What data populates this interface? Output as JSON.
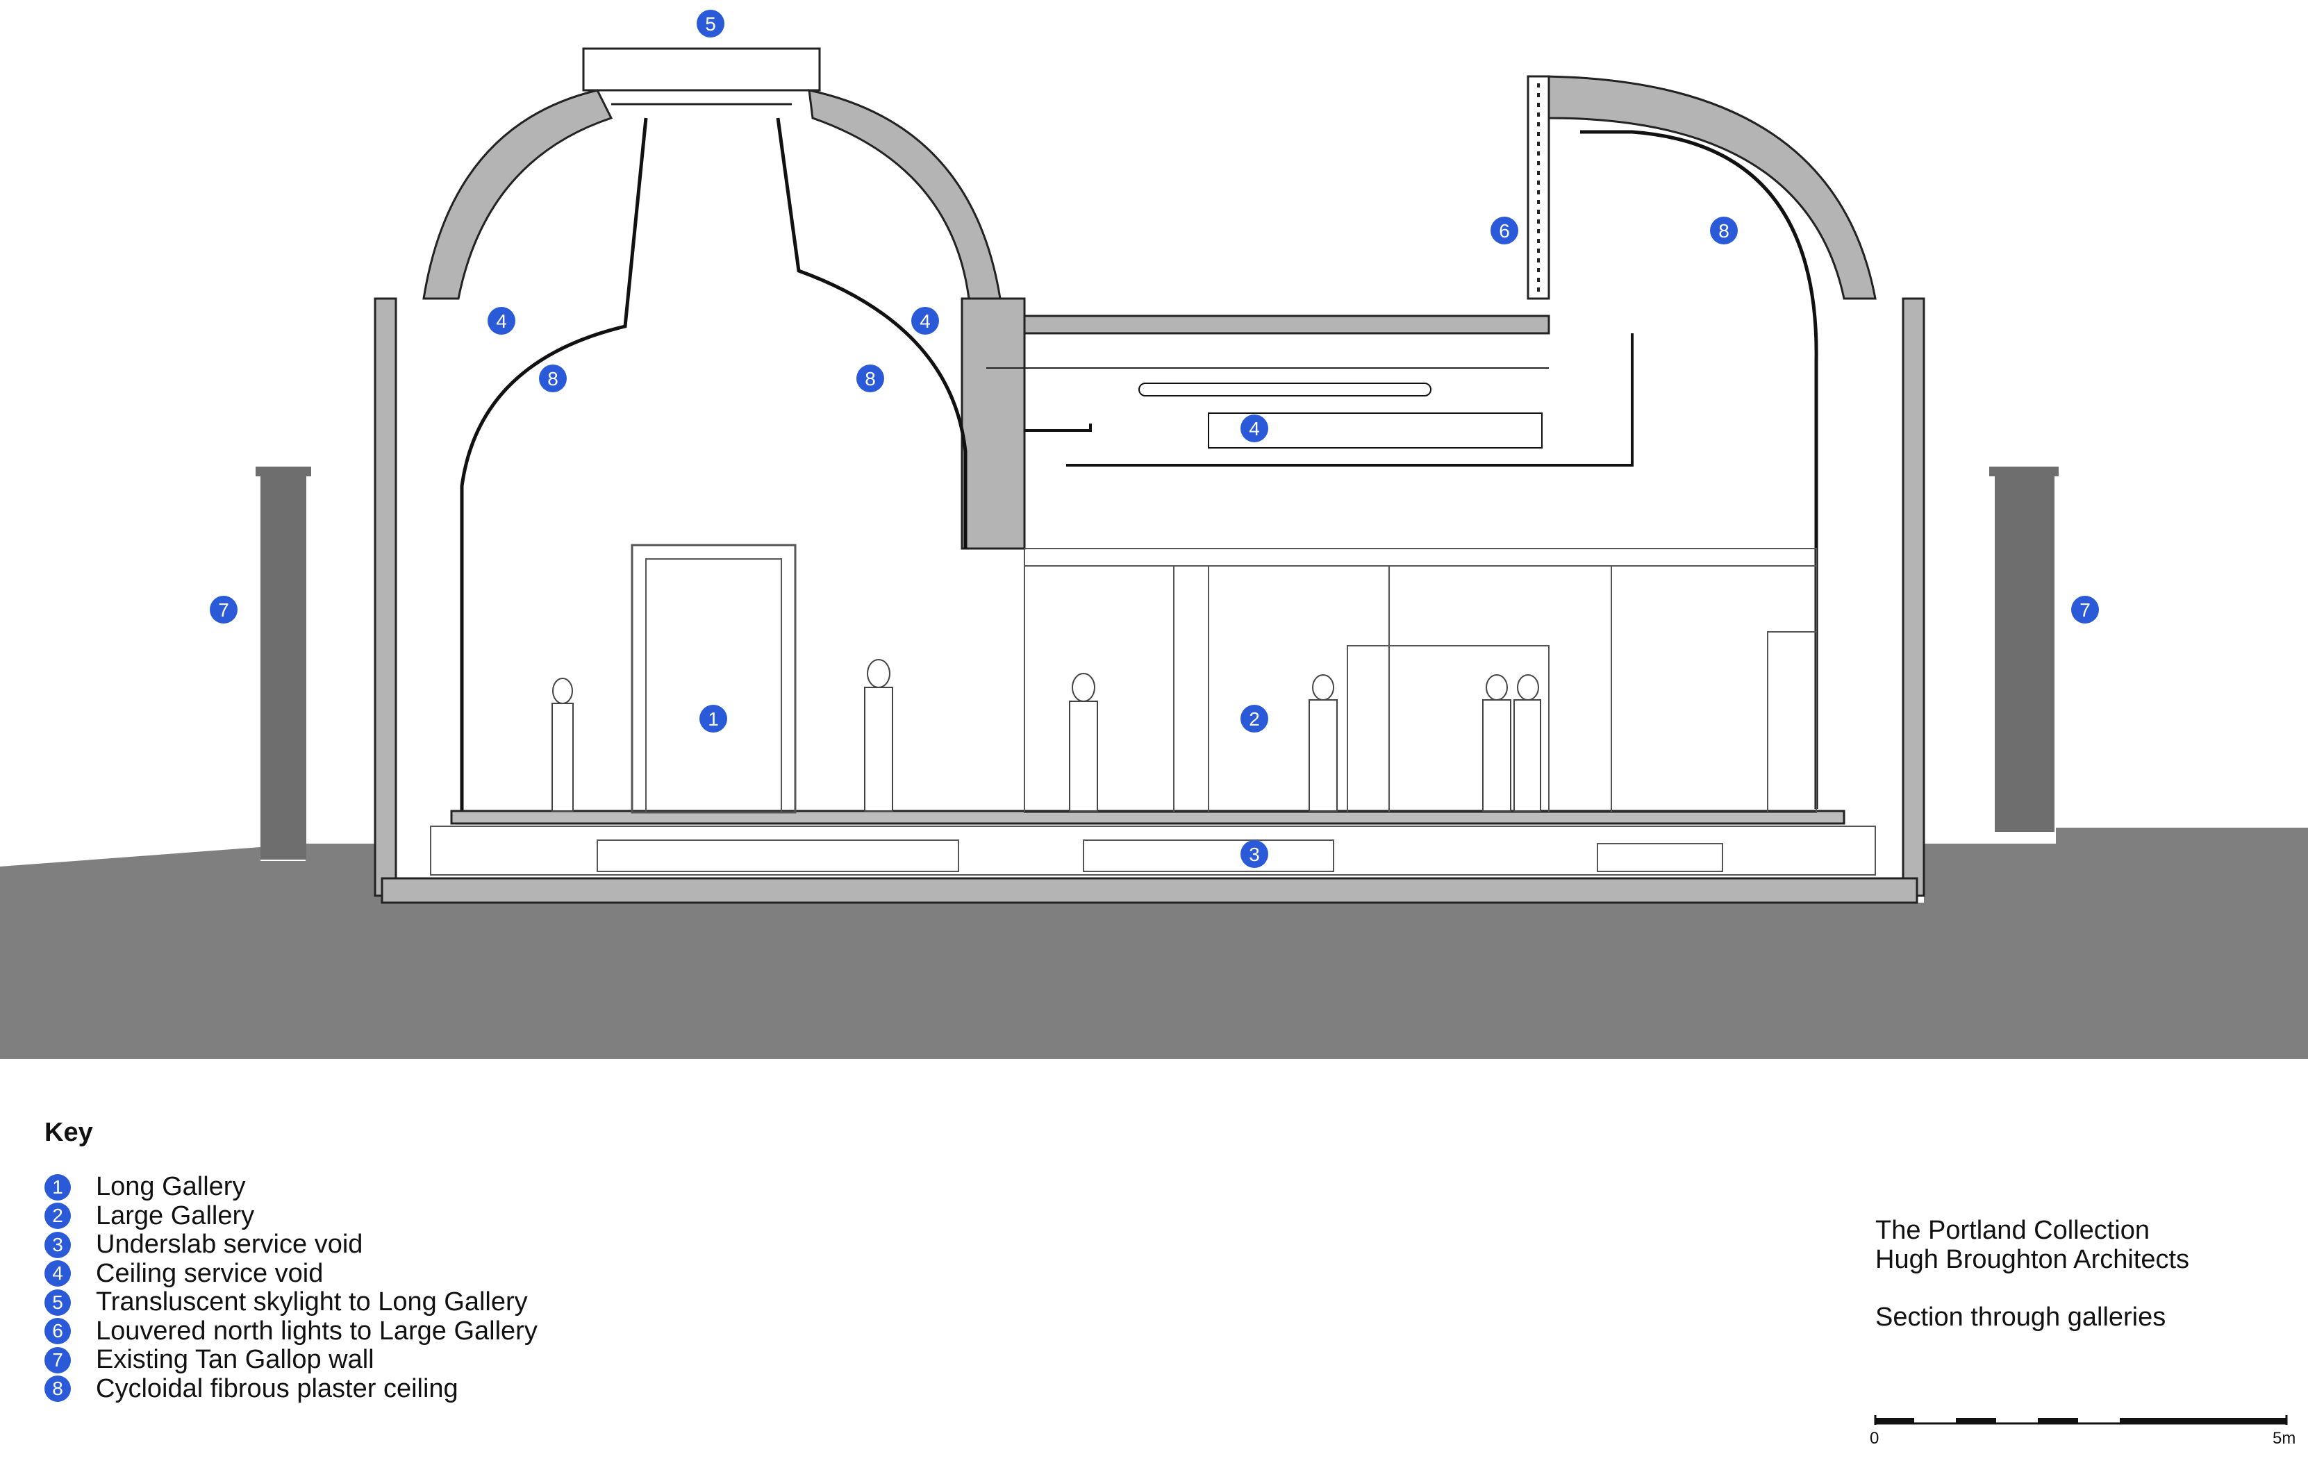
{
  "drawing": {
    "markers": [
      {
        "id": "m1",
        "n": "1"
      },
      {
        "id": "m2",
        "n": "2"
      },
      {
        "id": "m3",
        "n": "3"
      },
      {
        "id": "m4a",
        "n": "4"
      },
      {
        "id": "m4b",
        "n": "4"
      },
      {
        "id": "m4c",
        "n": "4"
      },
      {
        "id": "m5",
        "n": "5"
      },
      {
        "id": "m6",
        "n": "6"
      },
      {
        "id": "m7a",
        "n": "7"
      },
      {
        "id": "m7b",
        "n": "7"
      },
      {
        "id": "m8a",
        "n": "8"
      },
      {
        "id": "m8b",
        "n": "8"
      },
      {
        "id": "m8c",
        "n": "8"
      }
    ]
  },
  "key": {
    "title": "Key",
    "items": [
      {
        "n": "1",
        "label": "Long Gallery"
      },
      {
        "n": "2",
        "label": "Large Gallery"
      },
      {
        "n": "3",
        "label": "Underslab service void"
      },
      {
        "n": "4",
        "label": "Ceiling service void"
      },
      {
        "n": "5",
        "label": "Transluscent skylight to Long Gallery"
      },
      {
        "n": "6",
        "label": "Louvered north lights to Large Gallery"
      },
      {
        "n": "7",
        "label": "Existing Tan Gallop wall"
      },
      {
        "n": "8",
        "label": "Cycloidal fibrous plaster ceiling"
      }
    ]
  },
  "title_block": {
    "line1": "The Portland Collection",
    "line2": "Hugh Broughton Architects",
    "line3": "Section through galleries"
  },
  "scale_bar": {
    "start": "0",
    "end": "5m"
  },
  "colors": {
    "marker": "#2a5ad8",
    "ground": "#7f7f7f",
    "wall": "#9a9a9a",
    "line": "#222222"
  }
}
